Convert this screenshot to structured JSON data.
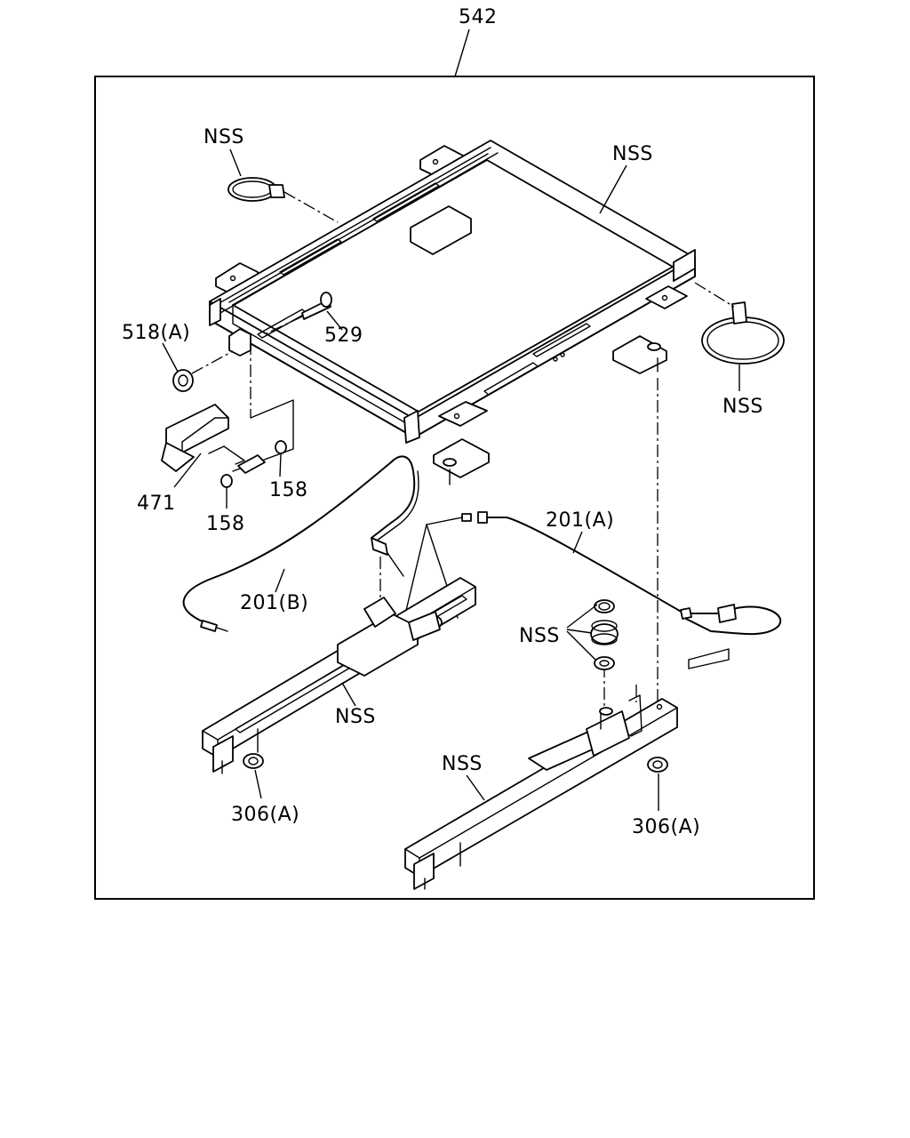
{
  "assembly": {
    "number": "542"
  },
  "callouts": {
    "nss_tie_left": "NSS",
    "nss_frame_right": "NSS",
    "nss_tie_right": "NSS",
    "c518a": "518(A)",
    "c529": "529",
    "c471": "471",
    "c158a": "158",
    "c158b": "158",
    "c201b": "201(B)",
    "c201a": "201(A)",
    "nss_washers": "NSS",
    "nss_rail_left": "NSS",
    "nss_rail_right": "NSS",
    "c306a_left": "306(A)",
    "c306a_right": "306(A)"
  }
}
